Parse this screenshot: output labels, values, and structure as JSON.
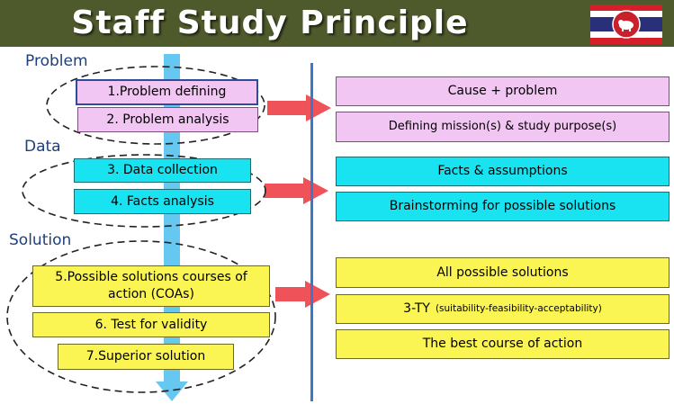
{
  "title": "Staff Study Principle",
  "emblem_icon": "thai-flag-emblem-icon",
  "colors": {
    "title_bg": "#4f5a2c",
    "pink": "#f2c6f2",
    "cyan": "#19e3f0",
    "yellow": "#fbf553",
    "arrow_red": "#f0525a",
    "flow_blue": "#66c8f0",
    "divider": "#3c78c8"
  },
  "sections": {
    "problem": "Problem",
    "data": "Data",
    "solution": "Solution"
  },
  "steps": {
    "s1": "1.Problem defining",
    "s2": "2. Problem analysis",
    "s3": "3. Data collection",
    "s4": "4. Facts analysis",
    "s5": "5.Possible solutions courses of action (COAs)",
    "s6": "6. Test for validity",
    "s7": "7.Superior solution"
  },
  "outputs": {
    "o1": "Cause + problem",
    "o2": "Defining mission(s) & study purpose(s)",
    "o3": "Facts & assumptions",
    "o4": "Brainstorming for possible solutions",
    "o5": "All possible solutions",
    "o6a": "3-TY",
    "o6b": "(suitability-feasibility-acceptability)",
    "o7": "The best course of action"
  }
}
